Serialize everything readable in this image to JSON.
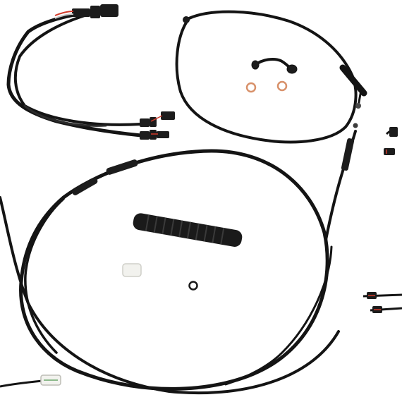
{
  "image": {
    "subject": "motorcycle-cable-and-wiring-kit",
    "background_color": "#ffffff",
    "colors": {
      "cable": "#141414",
      "cable_highlight": "#3a3a3a",
      "copper_washer": "#d8916a",
      "white_sleeve": "#f2f2ee",
      "red_wire": "#d23a2a",
      "connector": "#1c1c1c"
    },
    "components": [
      "wiring-harness",
      "brake-line",
      "banjo-fitting",
      "copper-washers",
      "clutch-cable",
      "throttle-cable",
      "rubber-boot",
      "white-sleeve",
      "o-ring",
      "extension-wires"
    ]
  }
}
